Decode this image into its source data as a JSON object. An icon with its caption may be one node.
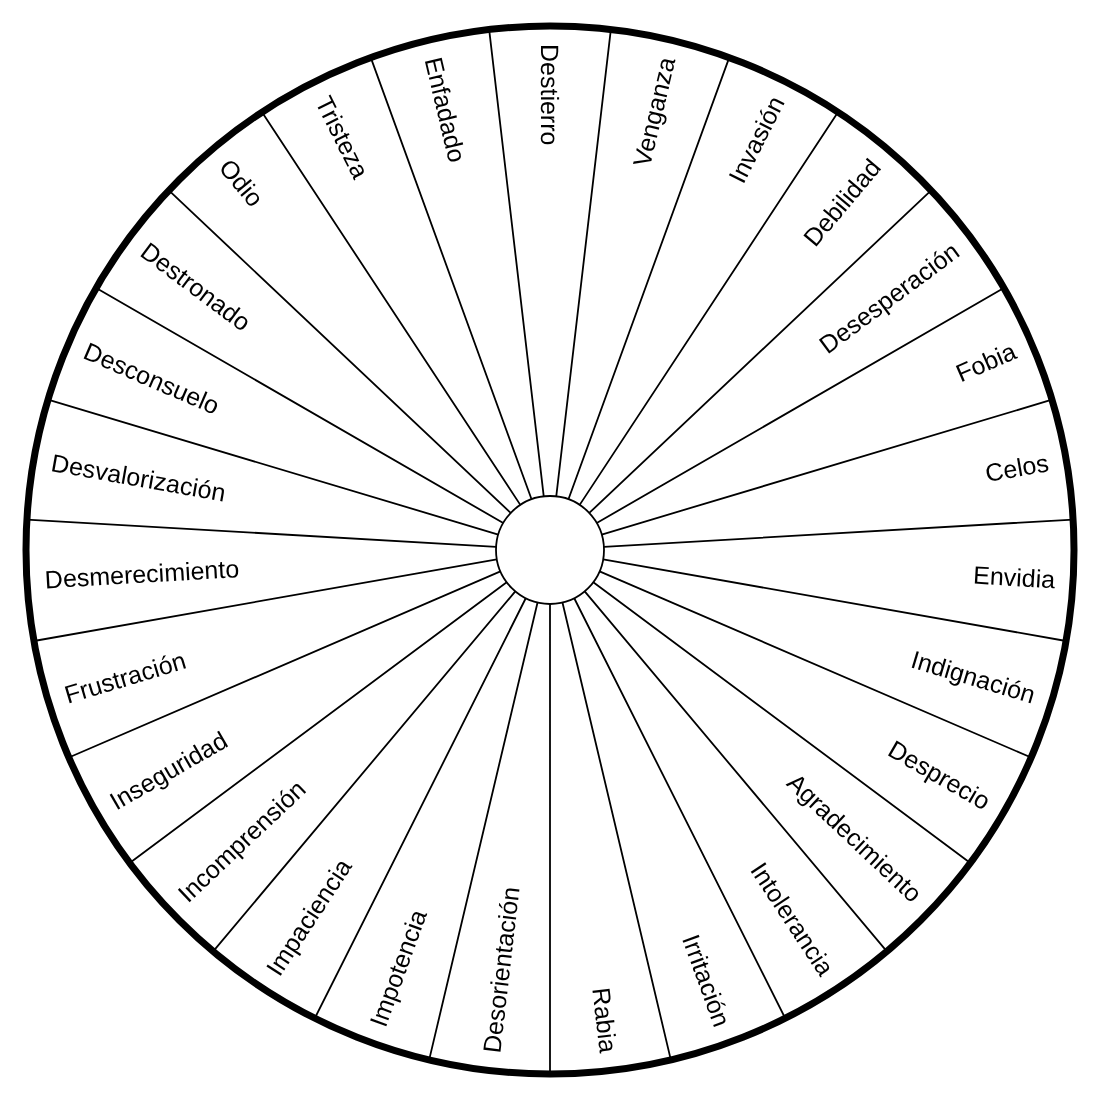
{
  "diagram": {
    "nodes": [
      {
        "text": [
          "Destierro"
        ]
      },
      {
        "text": [
          "Venganza"
        ]
      },
      {
        "text": [
          "Invasión"
        ]
      },
      {
        "text": [
          "Debilidad"
        ]
      },
      {
        "text": [
          "Desesperación"
        ]
      },
      {
        "text": [
          "Fobia"
        ]
      },
      {
        "text": [
          "Celos"
        ]
      },
      {
        "text": [
          "Envidia"
        ]
      },
      {
        "text": [
          "Indignación"
        ]
      },
      {
        "text": [
          "Desprecio"
        ]
      },
      {
        "text": [
          "Agradecimiento"
        ]
      },
      {
        "text": [
          "Intolerancia"
        ]
      },
      {
        "text": [
          "Irritación"
        ]
      },
      {
        "text": [
          "Rabia"
        ]
      },
      {
        "text": [
          "Desorientación"
        ]
      },
      {
        "text": [
          "Impotencia"
        ]
      },
      {
        "text": [
          "Impaciencia"
        ]
      },
      {
        "text": [
          "Incomprensión"
        ]
      },
      {
        "text": [
          "Inseguridad"
        ]
      },
      {
        "text": [
          "Frustración"
        ]
      },
      {
        "text": [
          "Desmerecimiento"
        ]
      },
      {
        "text": [
          "Desvalorización"
        ]
      },
      {
        "text": [
          "Desconsuelo"
        ]
      },
      {
        "text": [
          "Destronado"
        ]
      },
      {
        "text": [
          "Odio"
        ]
      },
      {
        "text": [
          "Tristeza"
        ]
      },
      {
        "text": [
          "Enfadado"
        ]
      }
    ]
  }
}
